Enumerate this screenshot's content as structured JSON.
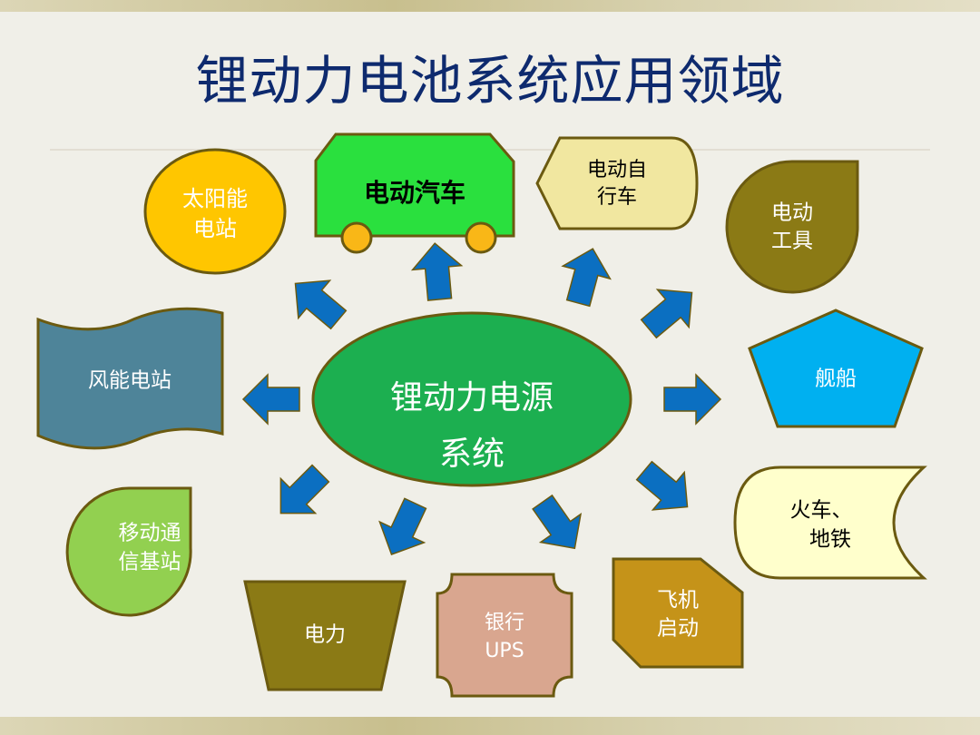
{
  "title": "锂动力电池系统应用领域",
  "center": {
    "line1": "锂动力电源",
    "line2": "系统"
  },
  "nodes": {
    "solar": [
      "太阳能",
      "电站"
    ],
    "car": [
      "电动汽车"
    ],
    "bike": [
      "电动自",
      "行车"
    ],
    "tools": [
      "电动",
      "工具"
    ],
    "ship": [
      "舰船"
    ],
    "train": [
      "火车、",
      "地铁"
    ],
    "plane": [
      "飞机",
      "启动"
    ],
    "bank": [
      "银行",
      "UPS"
    ],
    "power": [
      "电力"
    ],
    "mobile": [
      "移动通",
      "信基站"
    ],
    "wind": [
      "风能电站"
    ]
  },
  "colors": {
    "title": "#0e2a6e",
    "arrow": "#0b6fc1",
    "center": "#1caf50",
    "outline": "#6b5a10",
    "solar": "#ffc600",
    "car": "#2ae03e",
    "wheel": "#f9b717",
    "bike": "#f1e7a0",
    "tools": "#8b7a15",
    "ship": "#00b0f0",
    "train": "#ffffcc",
    "plane": "#c59319",
    "bank": "#d9a68f",
    "power": "#8b7a15",
    "mobile": "#92d050",
    "wind": "#4e8499"
  }
}
